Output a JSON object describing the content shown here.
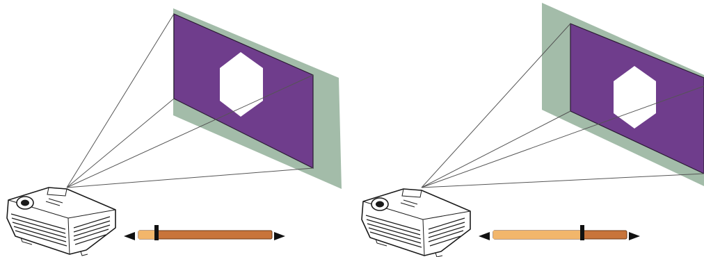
{
  "diagram": {
    "colors": {
      "background": "#ffffff",
      "wall": "#a3bca9",
      "screen": "#6f3d8c",
      "screen_border": "#2b1b34",
      "hexagon": "#ffffff",
      "beam_lines": "#555555",
      "projector_body": "#ffffff",
      "projector_outline": "#1a1a1a",
      "slider_track": "#c8743a",
      "slider_track_light": "#f2b66b",
      "slider_arrow": "#111111"
    },
    "panels": [
      {
        "panel": "left",
        "projector_icon": "projector-icon",
        "screen_shape": "hexagon",
        "slider_state": "left",
        "slider_level": 0.1
      },
      {
        "panel": "right",
        "projector_icon": "projector-icon",
        "screen_shape": "hexagon",
        "slider_state": "right",
        "slider_level": 0.7
      }
    ]
  }
}
